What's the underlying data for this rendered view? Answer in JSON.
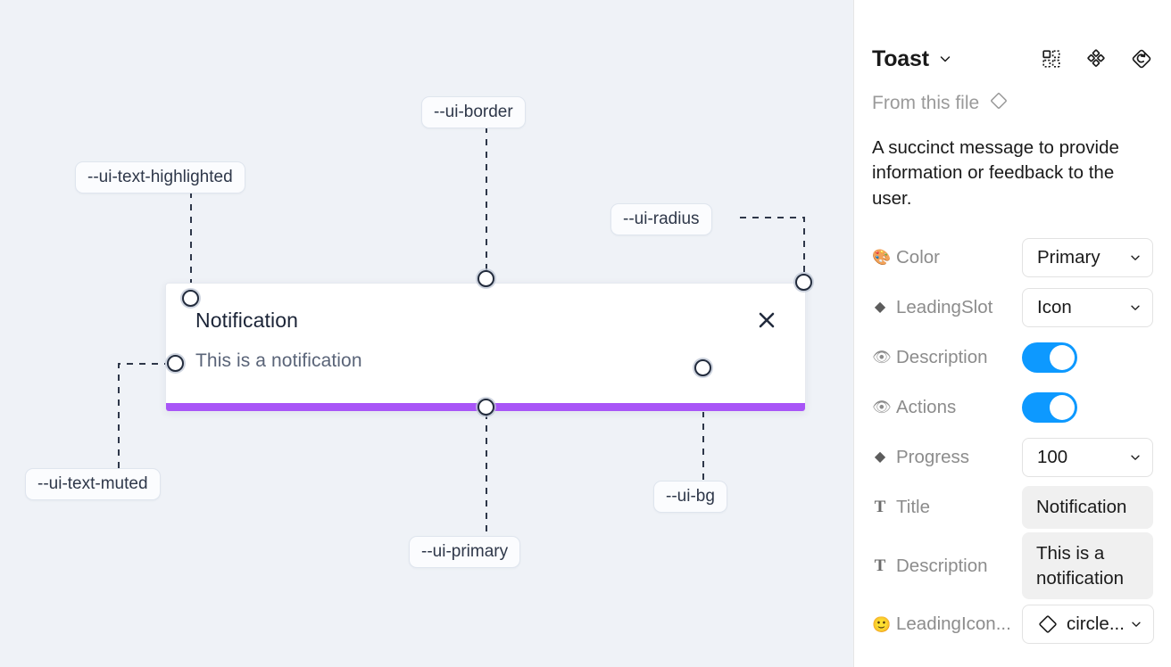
{
  "canvas": {
    "background_color": "#EFF2F7",
    "toast": {
      "title": "Notification",
      "description": "This is a notification",
      "close_icon": "close-x-icon",
      "progress_color": "#A855F7",
      "background_color": "#FFFFFF",
      "border_color": "#E6E9EF"
    },
    "tokens": [
      {
        "id": "ui-text-highlighted",
        "label": "--ui-text-highlighted"
      },
      {
        "id": "ui-border",
        "label": "--ui-border"
      },
      {
        "id": "ui-radius",
        "label": "--ui-radius"
      },
      {
        "id": "ui-text-muted",
        "label": "--ui-text-muted"
      },
      {
        "id": "ui-primary",
        "label": "--ui-primary"
      },
      {
        "id": "ui-bg",
        "label": "--ui-bg"
      }
    ]
  },
  "panel": {
    "title": "Toast",
    "title_chevron_icon": "chevron-down-icon",
    "header_icons": [
      {
        "name": "component-grid-icon"
      },
      {
        "name": "components-diamond-icon"
      },
      {
        "name": "reset-instance-icon"
      }
    ],
    "from_file": {
      "label": "From this file",
      "icon": "diamond-component-icon"
    },
    "description": "A succinct message to provide information or feedback to the user.",
    "properties": [
      {
        "icon": "palette-emoji",
        "icon_glyph": "🎨",
        "label": "Color",
        "control": "select",
        "value": "Primary"
      },
      {
        "icon": "diamond-icon",
        "icon_glyph": "◆",
        "label": "LeadingSlot",
        "control": "select",
        "value": "Icon"
      },
      {
        "icon": "eye-emoji",
        "icon_glyph": "👁",
        "label": "Description",
        "control": "toggle",
        "value": "on"
      },
      {
        "icon": "eye-emoji",
        "icon_glyph": "👁",
        "label": "Actions",
        "control": "toggle",
        "value": "on"
      },
      {
        "icon": "diamond-icon",
        "icon_glyph": "◆",
        "label": "Progress",
        "control": "select",
        "value": "100"
      },
      {
        "icon": "text-t-icon",
        "icon_glyph": "T",
        "label": "Title",
        "control": "text",
        "value": "Notification"
      },
      {
        "icon": "text-t-icon",
        "icon_glyph": "T",
        "label": "Description",
        "control": "textarea",
        "value": "This is a notification"
      },
      {
        "icon": "smiley-emoji",
        "icon_glyph": "🙂",
        "label": "LeadingIcon...",
        "control": "select-icon",
        "value": "circle..."
      }
    ],
    "toggle_on_color": "#0D99FF"
  }
}
